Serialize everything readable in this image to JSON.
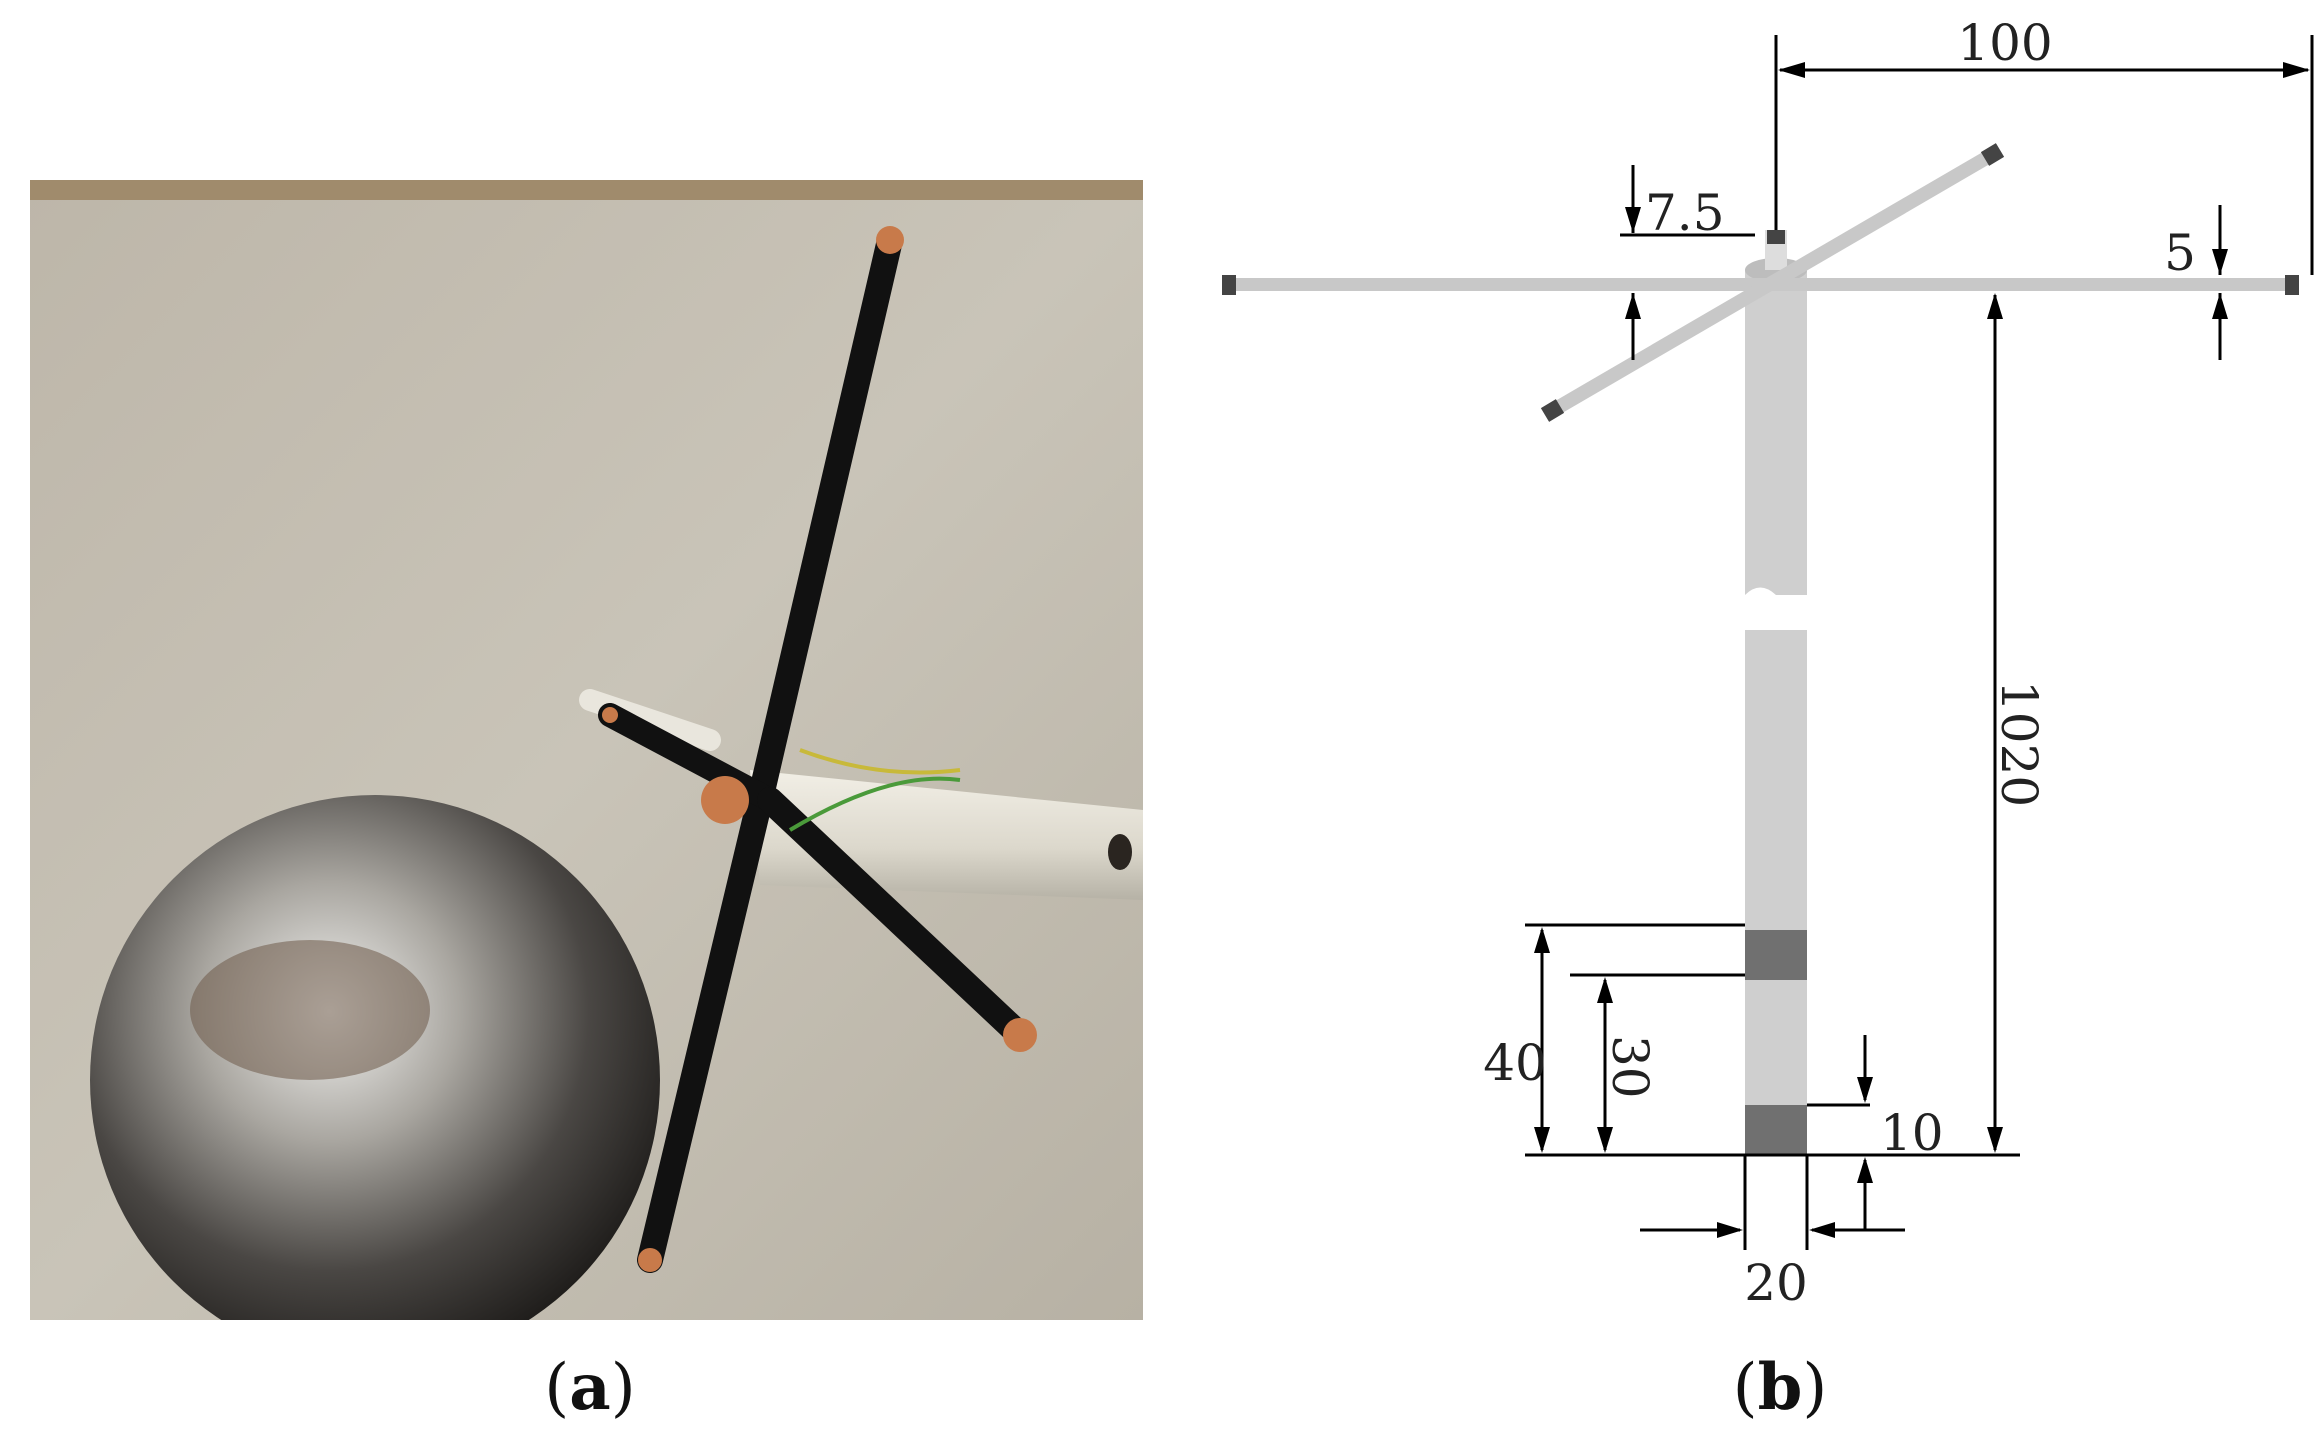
{
  "panels": {
    "a": {
      "label": "a"
    },
    "b": {
      "label": "b"
    }
  },
  "dimensions": {
    "top_span": "100",
    "rod_offset": "7.5",
    "rod_diameter": "5",
    "total_height": "1020",
    "band_40": "40",
    "band_30": "30",
    "band_10": "10",
    "tube_diameter": "20"
  },
  "colors": {
    "rod": "#c8c8c8",
    "tube": "#cfcfcf",
    "band": "#707070",
    "tip": "#444444",
    "line": "#000000"
  }
}
